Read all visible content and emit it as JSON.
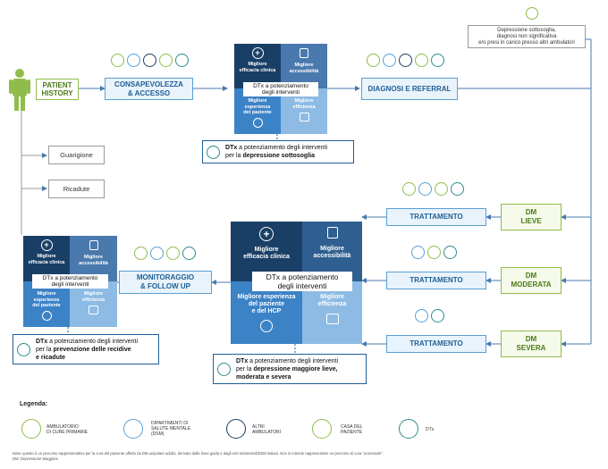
{
  "patient_history": "PATIENT\nHISTORY",
  "boxes": {
    "awareness": "CONSAPEVOLEZZA\n& ACCESSO",
    "diagnosis": "DIAGNOSI E REFERRAL",
    "recovery": "Guarigione",
    "relapse": "Ricadute",
    "treatment_1": "TRATTAMENTO",
    "treatment_2": "TRATTAMENTO",
    "treatment_3": "TRATTAMENTO",
    "dm_mild": "DM\nLIEVE",
    "dm_moderate": "DM\nMODERATA",
    "dm_severe": "DM\nSEVERA",
    "monitoring": "MONITORAGGIO\n& FOLLOW UP"
  },
  "top_note": "Depressione sottosoglia,\ndiagnosi non significativa\ne/o presi in carico presso altri ambulatori",
  "quadrants": {
    "q1": "Migliore\nefficacia clinica",
    "q2": "Migliore\naccessibilità",
    "q3": "Migliore\nesperienza\ndel paziente",
    "q3_large": "Migliore esperienza\ndel paziente\ne del HCP",
    "q4": "Migliore\nefficienza",
    "center": "DTx a potenziamento\ndegli interventi"
  },
  "notes": {
    "top_prefix": "DTx",
    "top_text": " a potenziamento degli interventi\nper la ",
    "top_bold": "depressione sottosoglia",
    "left_prefix": "DTx",
    "left_text": " a potenziamento degli interventi\nper la ",
    "left_bold": "prevenzione delle recidive\ne ricadute",
    "center_prefix": "DTx",
    "center_text": " a potenziamento degli interventi\nper la ",
    "center_bold": "depressione maggiore lieve,\nmoderata e severa"
  },
  "legend": {
    "title": "Legenda:",
    "items": [
      {
        "label": "AMBULATORIO\nDI CURE PRIMARIE",
        "icon": "primary-care-icon"
      },
      {
        "label": "DIPARTIMENTI DI\nSALUTE MENTALE\n(DSM)",
        "icon": "mental-health-dept-icon"
      },
      {
        "label": "ALTRI\nAMBULATORI",
        "icon": "other-clinics-icon"
      },
      {
        "label": "CASA DEL\nPAZIENTE",
        "icon": "patient-home-icon"
      },
      {
        "label": "DTx",
        "icon": "dtx-icon"
      }
    ]
  },
  "footnote": "Nota: questo è un percorso rappresentativo per la cura del paziente affetto da DM unipolare adulto, derivato dalle linee guida e dagli enti ministeriali/DSM italiani. Non si intende rappresentare un percorso di cura \"universale\".\nDM: Depressione Maggiore",
  "colors": {
    "green": "#8fbc4a",
    "blue": "#5a9fd4",
    "navy": "#1a3f66",
    "teal_icon": "#2e8b8b"
  }
}
